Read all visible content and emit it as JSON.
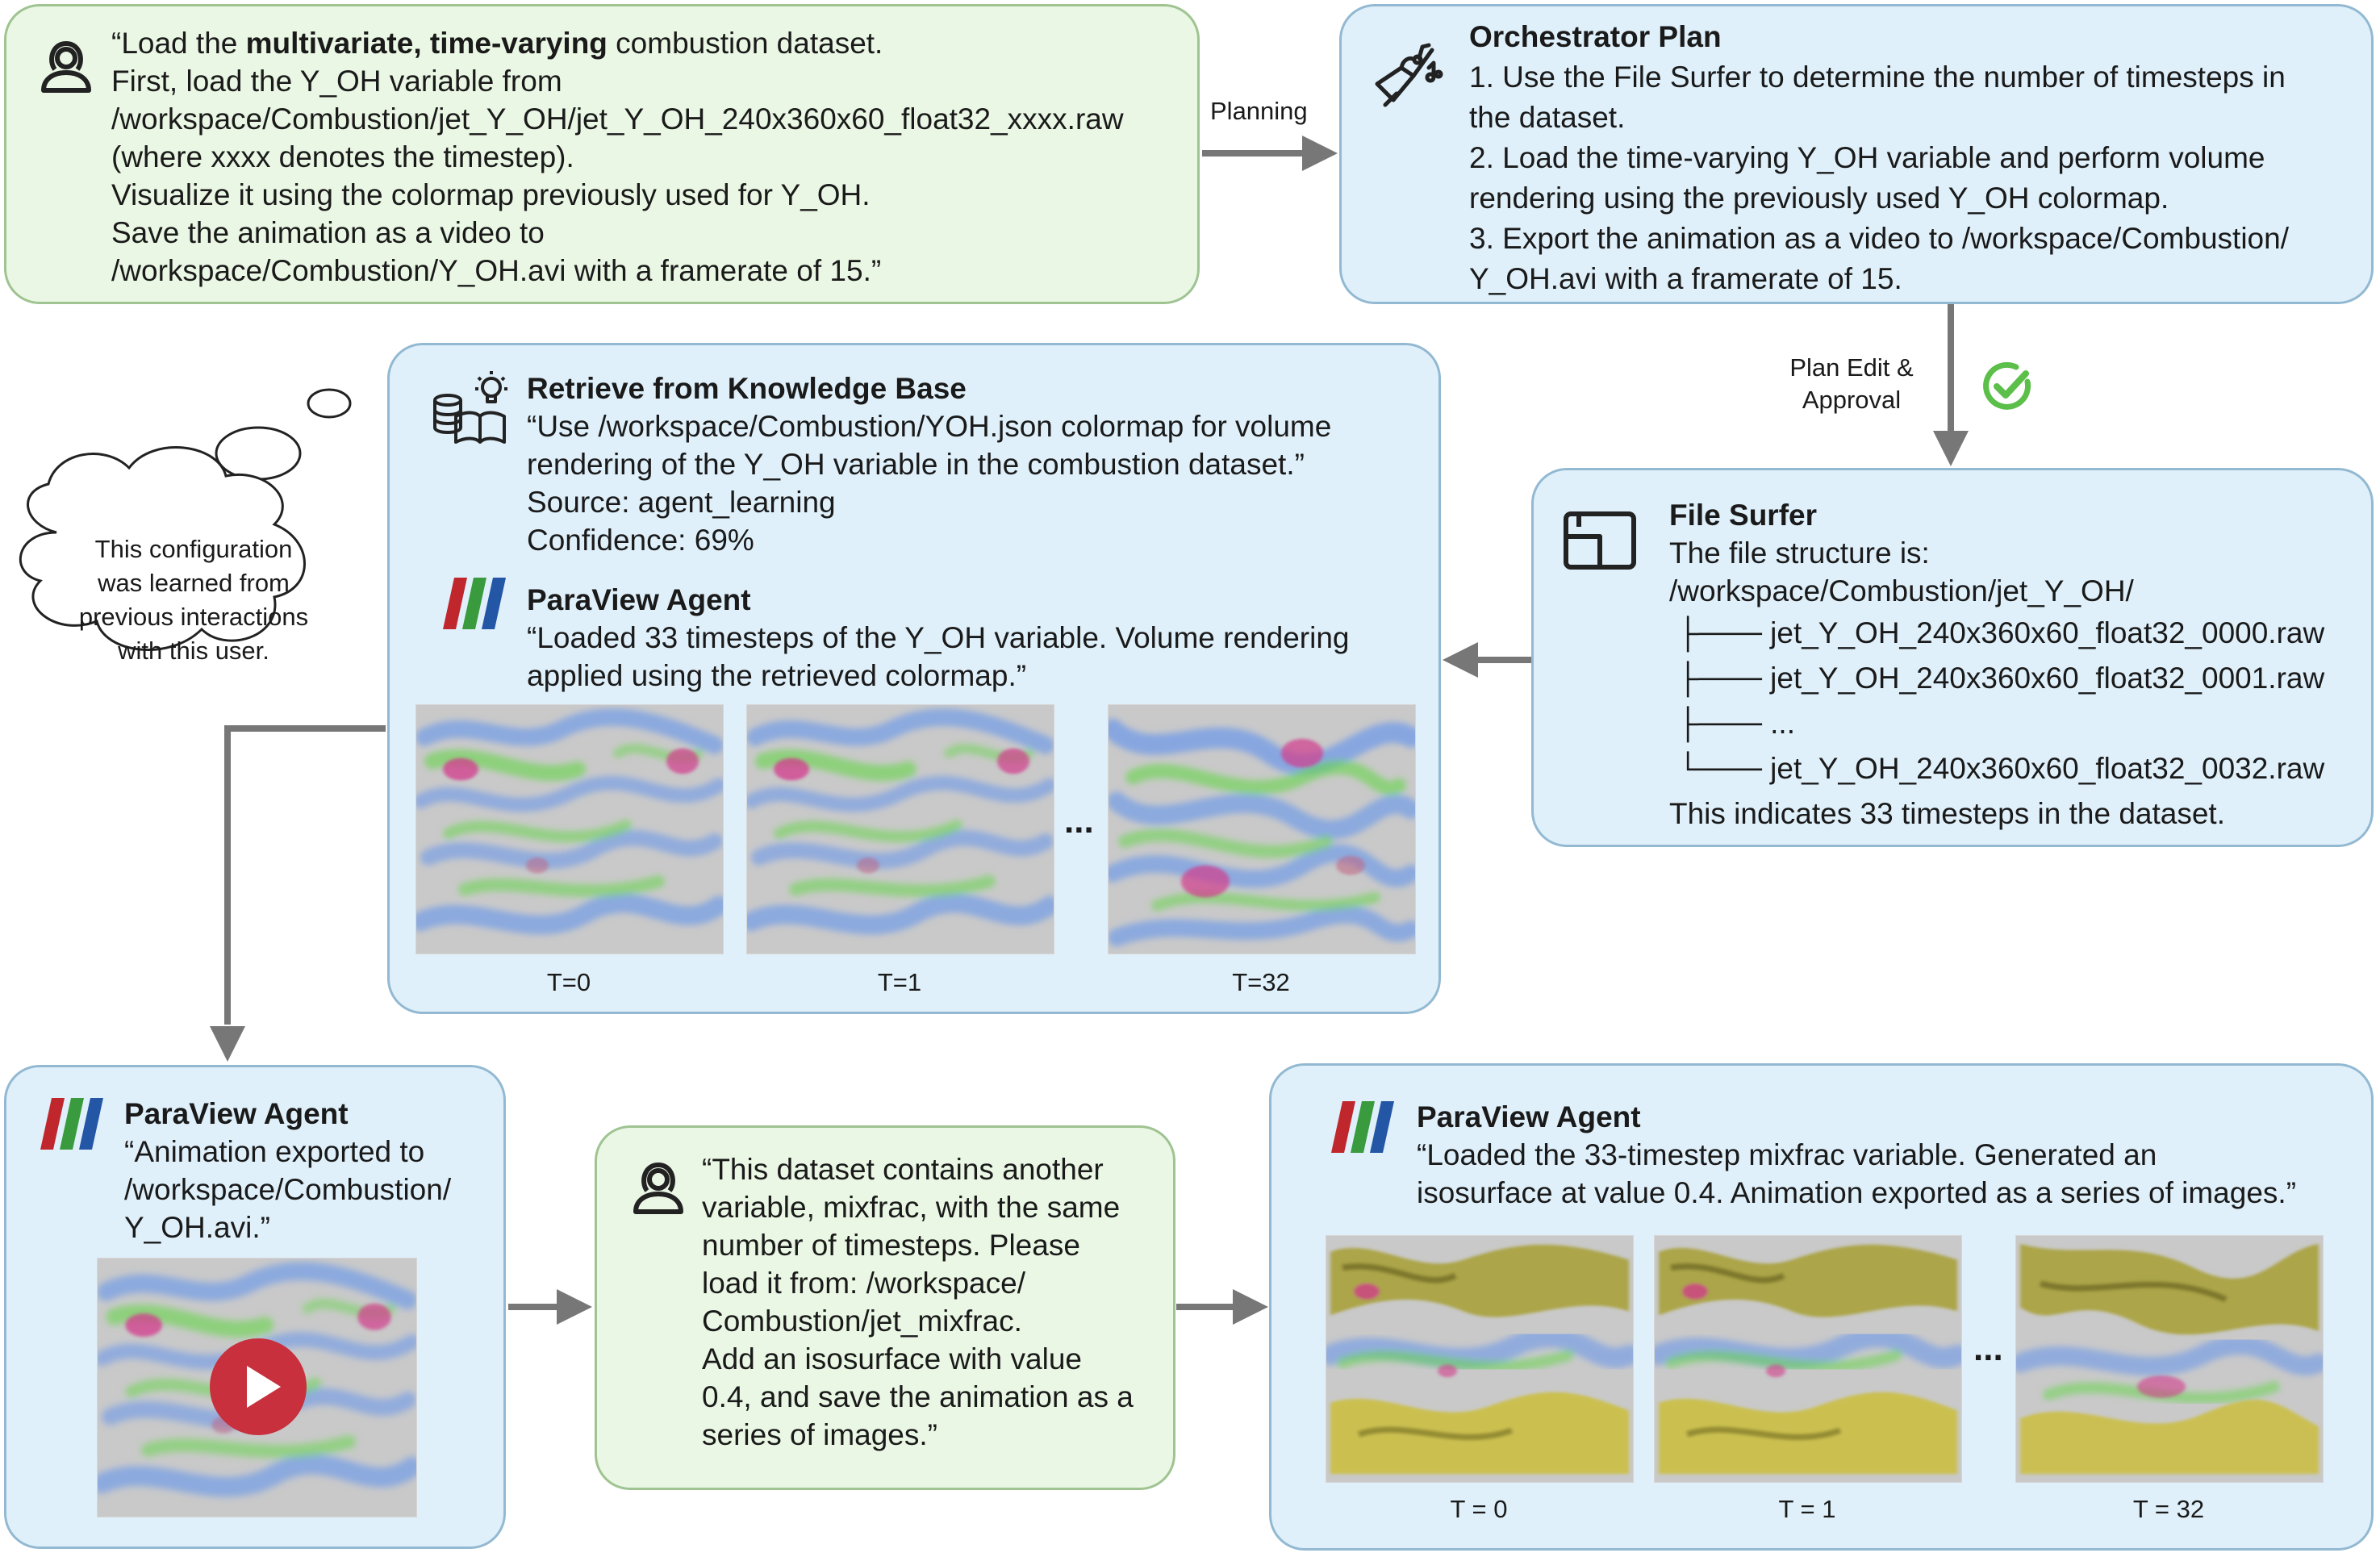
{
  "user_request": {
    "line1_pre": "“Load the ",
    "line1_bold": "multivariate, time-varying",
    "line1_post": " combustion dataset.",
    "lines": [
      "First, load the Y_OH variable from",
      "/workspace/Combustion/jet_Y_OH/jet_Y_OH_240x360x60_float32_xxxx.raw",
      "(where xxxx denotes the timestep).",
      "Visualize it using the colormap previously used for Y_OH.",
      "Save the animation as a video to",
      "/workspace/Combustion/Y_OH.avi with a framerate of 15.”"
    ]
  },
  "planning_label": "Planning",
  "orchestrator": {
    "title": "Orchestrator Plan",
    "lines": [
      "1. Use the File Surfer to determine the number of timesteps in",
      "the dataset.",
      "2. Load the time-varying Y_OH variable and perform volume",
      "rendering using the previously used Y_OH colormap.",
      "3. Export the animation as a video to /workspace/Combustion/",
      "Y_OH.avi with a framerate of 15."
    ]
  },
  "plan_edit_label": [
    "Plan Edit &",
    "Approval"
  ],
  "file_surfer": {
    "title": "File Surfer",
    "lines": [
      "The file structure is:",
      "/workspace/Combustion/jet_Y_OH/"
    ],
    "tree": [
      {
        "prefix": "├───",
        "name": "jet_Y_OH_240x360x60_float32_0000.raw"
      },
      {
        "prefix": "├───",
        "name": "jet_Y_OH_240x360x60_float32_0001.raw"
      },
      {
        "prefix": "├───",
        "name": "..."
      },
      {
        "prefix": "└───",
        "name": "jet_Y_OH_240x360x60_float32_0032.raw"
      }
    ],
    "footer": "This indicates 33 timesteps in the dataset."
  },
  "knowledge": {
    "title": "Retrieve from Knowledge Base",
    "lines": [
      "“Use /workspace/Combustion/YOH.json colormap for volume",
      "rendering of the Y_OH variable in the combustion dataset.”",
      "Source: agent_learning",
      "Confidence: 69%"
    ]
  },
  "paraview_1": {
    "title": "ParaView Agent",
    "lines": [
      "“Loaded 33 timesteps of the Y_OH variable. Volume rendering",
      "applied using the retrieved colormap.”"
    ],
    "captions": [
      "T=0",
      "T=1",
      "T=32"
    ],
    "ellipsis": "..."
  },
  "thought_bubble": {
    "lines": [
      "This configuration",
      "was learned from",
      "previous interactions",
      "with this user."
    ]
  },
  "paraview_2": {
    "title": "ParaView Agent",
    "lines": [
      "“Animation exported to",
      "/workspace/Combustion/",
      "Y_OH.avi.”"
    ]
  },
  "user_followup": {
    "lines": [
      "“This dataset contains another",
      "variable, mixfrac, with the same",
      "number of timesteps. Please",
      "load it from: /workspace/",
      "Combustion/jet_mixfrac.",
      "Add an isosurface with value",
      "0.4, and save the animation as a",
      "series of images.”"
    ]
  },
  "paraview_3": {
    "title": "ParaView Agent",
    "lines": [
      "“Loaded the 33-timestep mixfrac variable. Generated an",
      "isosurface at value 0.4. Animation exported as a series of images.”"
    ],
    "captions": [
      "T = 0",
      "T = 1",
      "T = 32"
    ],
    "ellipsis": "..."
  },
  "colors": {
    "green_fill": "#eaf7e4",
    "blue_fill": "#dff0fa",
    "arrow": "#777777",
    "check": "#5bbf4a",
    "play": "#c7303c",
    "pv_red": "#c0272d",
    "pv_green": "#3a9a3e",
    "pv_blue": "#2456a6"
  }
}
